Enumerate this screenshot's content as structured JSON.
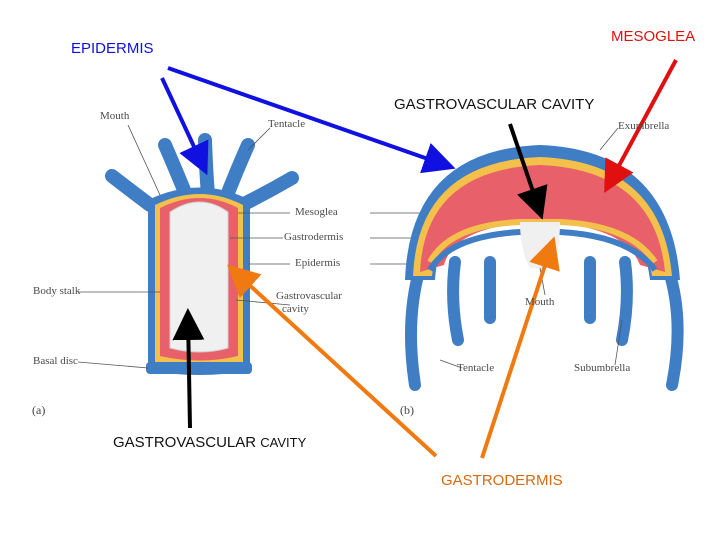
{
  "labels": {
    "epidermis": "EPIDERMIS",
    "mesoglea": "MESOGLEA",
    "gastrovascular_top": "GASTROVASCULAR CAVITY",
    "gastrovascular_bottom_a": "GASTROVASCULAR",
    "gastrovascular_bottom_b": "CAVITY",
    "gastrodermis": "GASTRODERMIS"
  },
  "figure_a": {
    "mouth": "Mouth",
    "tentacle": "Tentacle",
    "mesoglea": "Mesoglea",
    "gastrodermis": "Gastrodermis",
    "epidermis": "Epidermis",
    "body_stalk": "Body stalk",
    "gastrovascular_1": "Gastrovascular",
    "gastrovascular_2": "cavity",
    "basal_disc": "Basal disc",
    "caption": "(a)"
  },
  "figure_b": {
    "exumbrella": "Exumbrella",
    "mouth": "Mouth",
    "tentacle": "Tentacle",
    "subumbrella": "Subumbrella",
    "caption": "(b)"
  },
  "colors": {
    "epidermis": "#3f7dc4",
    "mesoglea": "#f2c04b",
    "gastrodermis": "#e8606a",
    "cavity": "#f2f2f2",
    "arrow_blue": "#1010e0",
    "arrow_red": "#e01010",
    "arrow_orange": "#f07a10",
    "arrow_black": "#000000"
  }
}
